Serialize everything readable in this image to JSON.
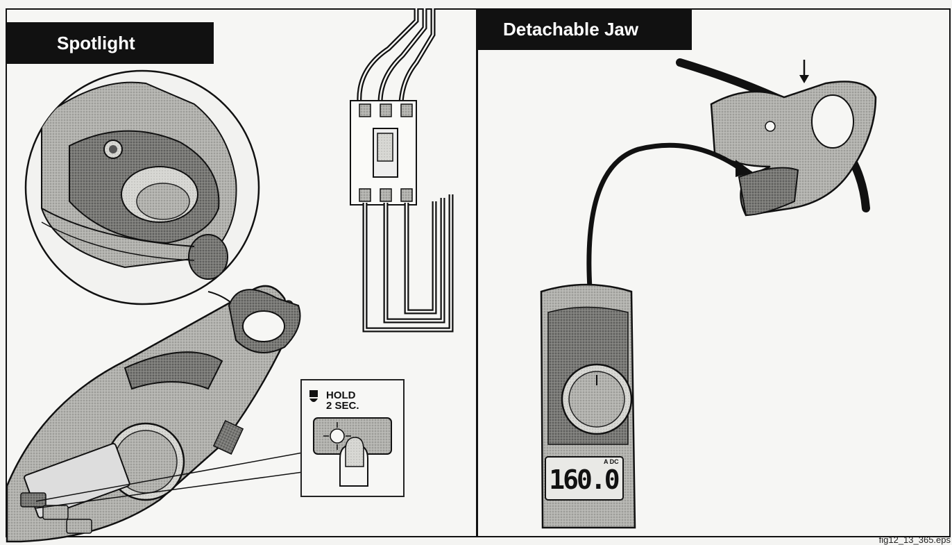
{
  "panels": {
    "left": {
      "title": "Spotlight"
    },
    "right": {
      "title": "Detachable Jaw"
    }
  },
  "hold_label": {
    "line1": "HOLD",
    "line2": "2 SEC."
  },
  "meter_display": {
    "reading": "160.0",
    "unit": "A DC"
  },
  "figure_caption": "fig12_13_365.eps",
  "colors": {
    "ink": "#111111",
    "panel_bg": "#f6f6f4",
    "meter_gray": "#a9a9a5",
    "meter_dark": "#6e6e6a"
  }
}
